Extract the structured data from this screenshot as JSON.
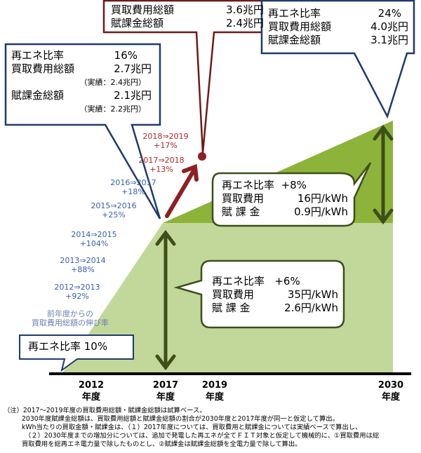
{
  "box_2017": {
    "ratio_label": "再エネ比率",
    "ratio": "16%",
    "cost_label": "買取費用総額",
    "cost": "2.7兆円",
    "cost_actual": "（実績：2.4兆円）",
    "levy_label": "賦課金総額",
    "levy": "2.1兆円",
    "levy_actual": "（実績：2.2兆円）"
  },
  "box_2019": {
    "cost_label": "買取費用総額",
    "cost": "3.6兆円",
    "levy_label": "賦課金総額",
    "levy": "2.4兆円"
  },
  "box_2030": {
    "ratio_label": "再エネ比率",
    "ratio": "24%",
    "cost_label": "買取費用総額",
    "cost": "4.0兆円",
    "levy_label": "賦課金総額",
    "levy": "3.1兆円"
  },
  "box_increment_2030": {
    "ratio_label": "再エネ比率",
    "ratio": "+8%",
    "cost_label": "買取費用",
    "cost": "16円/kWh",
    "levy_label": "賦 課 金",
    "levy": "0.9円/kWh"
  },
  "box_increment_2017": {
    "ratio_label": "再エネ比率",
    "ratio": "+6%",
    "cost_label": "買取費用",
    "cost": "35円/kWh",
    "levy_label": "賦 課 金",
    "levy": "2.6円/kWh"
  },
  "box_2012": {
    "text": "再エネ比率 10%"
  },
  "growth_red": [
    {
      "period": "2018⇒2019",
      "rate": "+17%"
    },
    {
      "period": "2017⇒2018",
      "rate": "+13%"
    }
  ],
  "growth_blue": [
    {
      "period": "2016⇒2017",
      "rate": "+18%"
    },
    {
      "period": "2015⇒2016",
      "rate": "+25%"
    },
    {
      "period": "2014⇒2015",
      "rate": "+104%"
    },
    {
      "period": "2013⇒2014",
      "rate": "+88%"
    },
    {
      "period": "2012⇒2013",
      "rate": "+92%"
    }
  ],
  "growth_caption": [
    "前年度からの",
    "買取費用総額の伸び率"
  ],
  "years": [
    {
      "year": "2012",
      "unit": "年度"
    },
    {
      "year": "2017",
      "unit": "年度"
    },
    {
      "year": "2019",
      "unit": "年度"
    },
    {
      "year": "2030",
      "unit": "年度"
    }
  ],
  "notes": [
    "（注）2017～2019年度の買取費用総額・賦課金総額は試算ベース。",
    "2030年度賦課金総額は、買取費用総額と賦課金総額の割合が2030年度と2017年度が同一と仮定して算出。",
    "kWh当たりの買取金額・賦課金は、（１）2017年度については、買取費用と賦課金については実績ベースで算出し、",
    "（２）2030年度までの増加分については、追加で発電した再エネが全てＦＩＴ対象と仮定して機械的に、①買取費用は総",
    "買取費用を総再エネ電力量で除したものとし、②賦課金は賦課金総額を全電力量で除して算出。"
  ],
  "colors": {
    "light_green": "#c2d89a",
    "dark_green": "#8db33a",
    "arrow_green": "#3d4f1a",
    "navy": "#1f3a6e",
    "maroon": "#6e1a1a",
    "red": "#8e1f22"
  }
}
